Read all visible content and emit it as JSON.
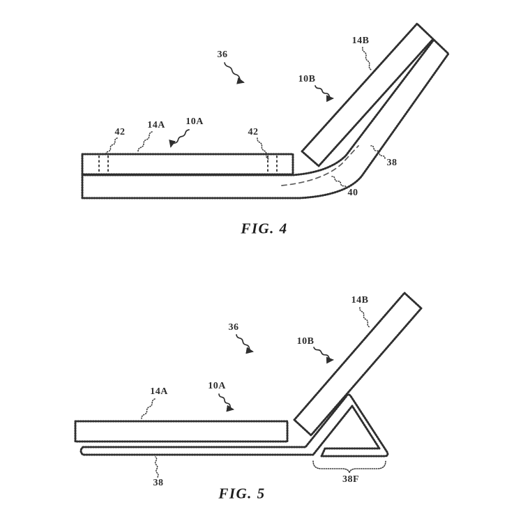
{
  "page": {
    "background": "#ffffff",
    "ink": "#2f2f2f"
  },
  "fig4": {
    "caption": "FIG. 4",
    "labels": {
      "ref36": "36",
      "ref14B": "14B",
      "ref10B": "10B",
      "ref42_left": "42",
      "ref14A": "14A",
      "ref10A": "10A",
      "ref42_right": "42",
      "ref38": "38",
      "ref40": "40"
    }
  },
  "fig5": {
    "caption": "FIG. 5",
    "labels": {
      "ref36": "36",
      "ref14B": "14B",
      "ref10B": "10B",
      "ref14A": "14A",
      "ref10A": "10A",
      "ref38": "38",
      "ref38F": "38F"
    }
  }
}
